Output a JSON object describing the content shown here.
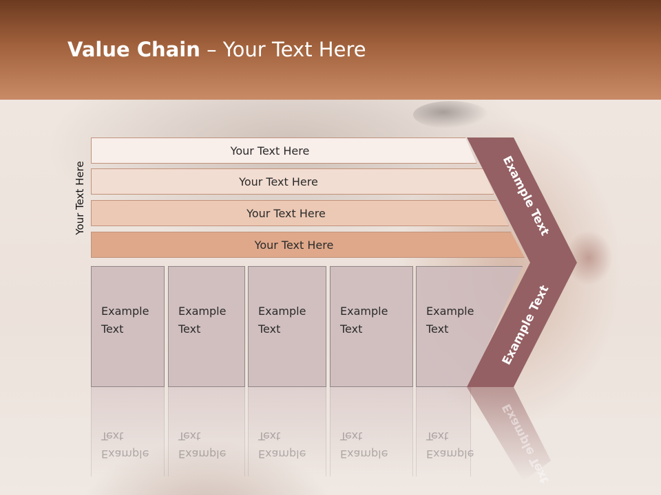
{
  "header": {
    "title_bold": "Value Chain",
    "title_rest": " – Your Text Here"
  },
  "side_label": "Your Text Here",
  "bars": [
    {
      "label": "Your Text Here",
      "color": "#f8eeea"
    },
    {
      "label": "Your Text Here",
      "color": "#f2ddd2"
    },
    {
      "label": "Your Text Here",
      "color": "#ecc9b5"
    },
    {
      "label": "Your Text Here",
      "color": "#dfa88a"
    }
  ],
  "columns": [
    {
      "line1": "Example",
      "line2": "Text"
    },
    {
      "line1": "Example",
      "line2": "Text"
    },
    {
      "line1": "Example",
      "line2": "Text"
    },
    {
      "line1": "Example",
      "line2": "Text"
    },
    {
      "line1": "Example",
      "line2": "Text"
    }
  ],
  "chevron": {
    "upper_label": "Example Text",
    "lower_label": "Example Text",
    "color": "#946063"
  }
}
